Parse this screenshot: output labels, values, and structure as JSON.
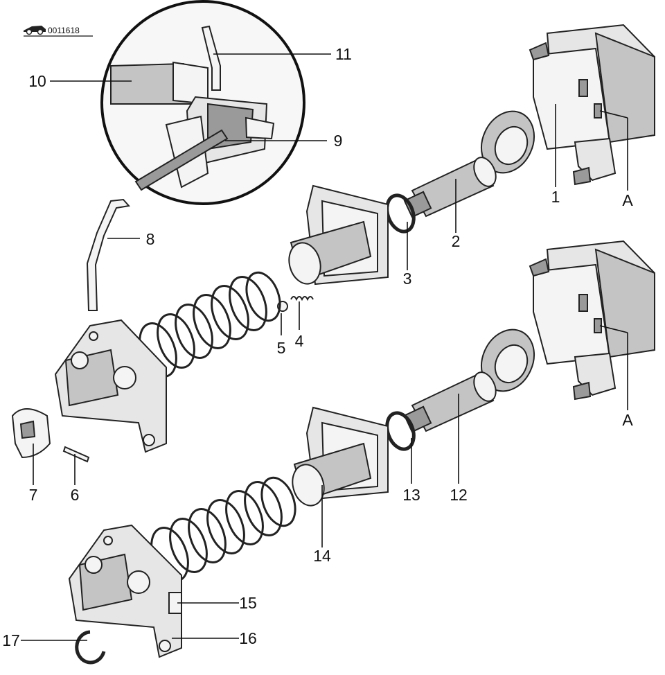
{
  "figure_code": "0011618",
  "labels": {
    "l1": "1",
    "l2": "2",
    "l3": "3",
    "l4": "4",
    "l5": "5",
    "l6": "6",
    "l7": "7",
    "l8": "8",
    "l9": "9",
    "l10": "10",
    "l11": "11",
    "l12": "12",
    "l13": "13",
    "l14": "14",
    "l15": "15",
    "l16": "16",
    "l17": "17",
    "a_top": "A",
    "a_bottom": "A"
  }
}
